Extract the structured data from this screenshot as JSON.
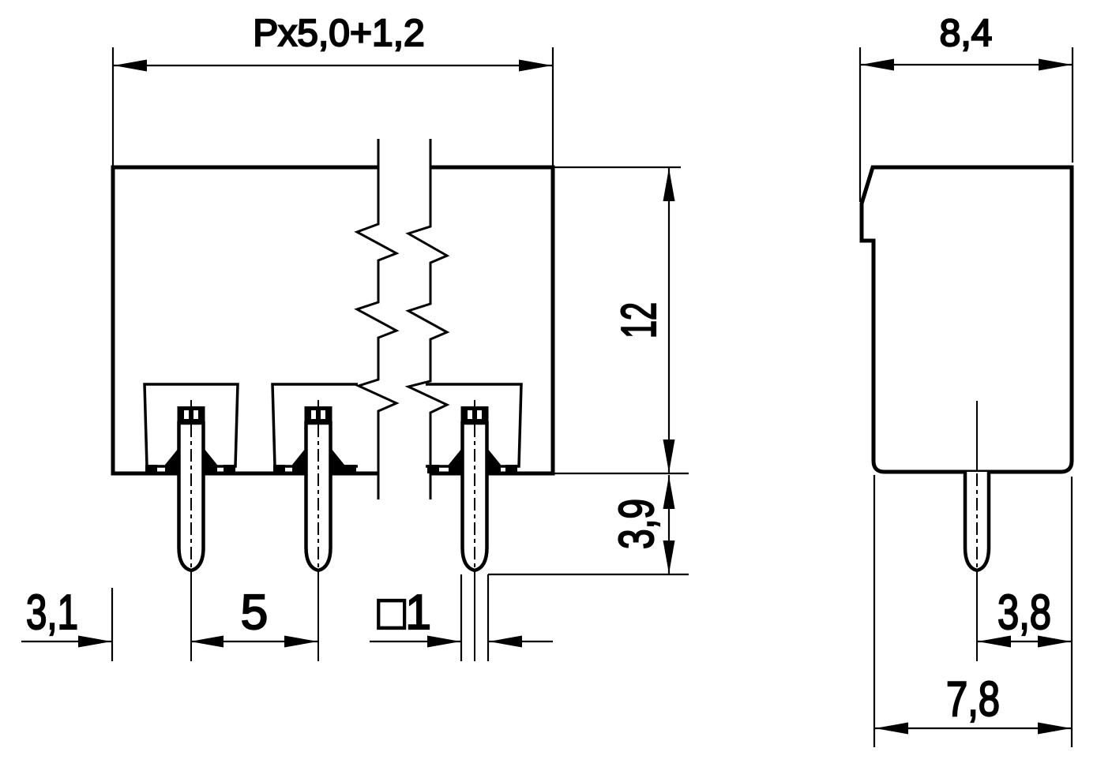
{
  "drawing": {
    "colors": {
      "background": "#ffffff",
      "line": "#000000"
    },
    "front_view": {
      "dim_overall_width": "Px5,0+1,2",
      "dim_height": "12",
      "dim_pin_protrusion": "3,9",
      "dim_edge_to_pin": "3,1",
      "dim_pin_pitch": "5",
      "dim_pin_square": "□1"
    },
    "side_view": {
      "dim_depth": "8,4",
      "dim_pin_to_back": "3,8",
      "dim_body_depth": "7,8"
    }
  }
}
